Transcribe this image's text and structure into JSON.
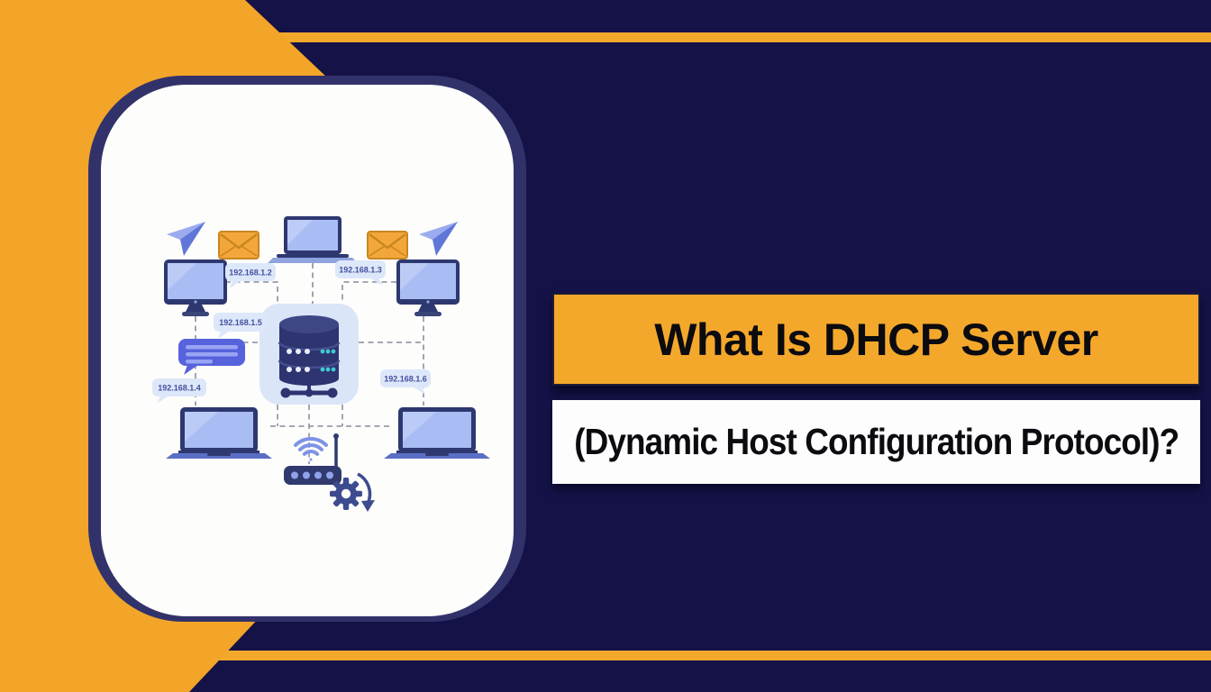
{
  "banner": {
    "title": "What Is DHCP Server",
    "subtitle": "(Dynamic Host Configuration Protocol)?"
  },
  "diagram": {
    "ip_labels": [
      {
        "value": "192.168.1.2"
      },
      {
        "value": "192.168.1.3"
      },
      {
        "value": "192.168.1.5"
      },
      {
        "value": "192.168.1.4"
      },
      {
        "value": "192.168.1.6"
      }
    ],
    "icons": [
      "paper-plane-icon",
      "envelope-icon",
      "laptop-icon",
      "monitor-icon",
      "database-server-icon",
      "chat-bubble-icon",
      "router-icon",
      "wifi-icon",
      "gear-icon",
      "refresh-arrow-icon"
    ]
  },
  "colors": {
    "background_navy": "#151247",
    "accent_yellow": "#F2A528",
    "card_white": "#FDFDFB",
    "card_ring": "#32326B",
    "device_navy": "#2E3870",
    "periwinkle": "#A9BDF4",
    "teal": "#41C9D2",
    "bubble_indigo": "#5763DC"
  }
}
